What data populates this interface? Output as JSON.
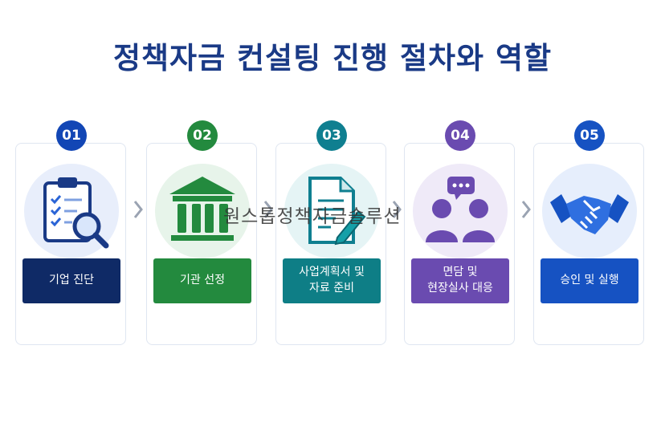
{
  "title": "정책자금 컨설팅 진행 절차와 역할",
  "watermark": "원스톱정책자금솔루션",
  "steps": [
    {
      "number": "01",
      "label": "기업 진단",
      "icon": "clipboard-checklist-magnifier-icon",
      "color": "#0f2a66",
      "badge_color": "#1246b5",
      "circle_color": "#e8eefb"
    },
    {
      "number": "02",
      "label": "기관 선정",
      "icon": "government-building-icon",
      "color": "#238a3e",
      "badge_color": "#238a3e",
      "circle_color": "#e7f4ea"
    },
    {
      "number": "03",
      "label": "사업계획서 및\n자료 준비",
      "icon": "document-pen-icon",
      "color": "#0e7e86",
      "badge_color": "#0f7f90",
      "circle_color": "#e5f4f5"
    },
    {
      "number": "04",
      "label": "면담 및\n현장실사 대응",
      "icon": "meeting-people-chat-icon",
      "color": "#6a4bb0",
      "badge_color": "#6a4bb0",
      "circle_color": "#efeaf8"
    },
    {
      "number": "05",
      "label": "승인 및 실행",
      "icon": "handshake-icon",
      "color": "#1652c2",
      "badge_color": "#1652c2",
      "circle_color": "#e6eefc"
    }
  ]
}
